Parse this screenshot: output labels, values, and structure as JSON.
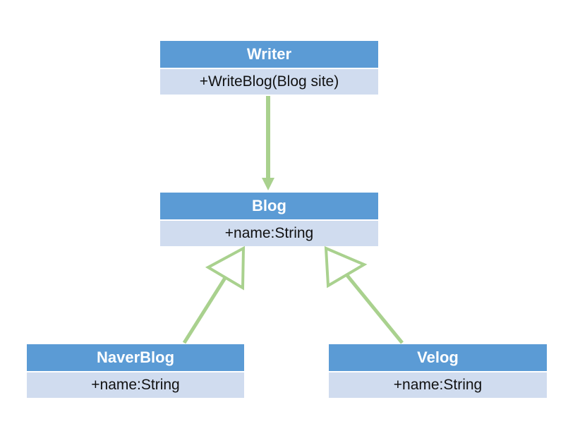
{
  "classes": {
    "writer": {
      "name": "Writer",
      "member": "+WriteBlog(Blog  site)"
    },
    "blog": {
      "name": "Blog",
      "member": "+name:String"
    },
    "naverblog": {
      "name": "NaverBlog",
      "member": "+name:String"
    },
    "velog": {
      "name": "Velog",
      "member": "+name:String"
    }
  },
  "relations": [
    {
      "type": "association",
      "from": "Writer",
      "to": "Blog"
    },
    {
      "type": "inheritance",
      "from": "NaverBlog",
      "to": "Blog"
    },
    {
      "type": "inheritance",
      "from": "Velog",
      "to": "Blog"
    }
  ],
  "colors": {
    "header": "#5b9bd5",
    "body": "#d0dcef",
    "connector": "#a9d18e"
  }
}
